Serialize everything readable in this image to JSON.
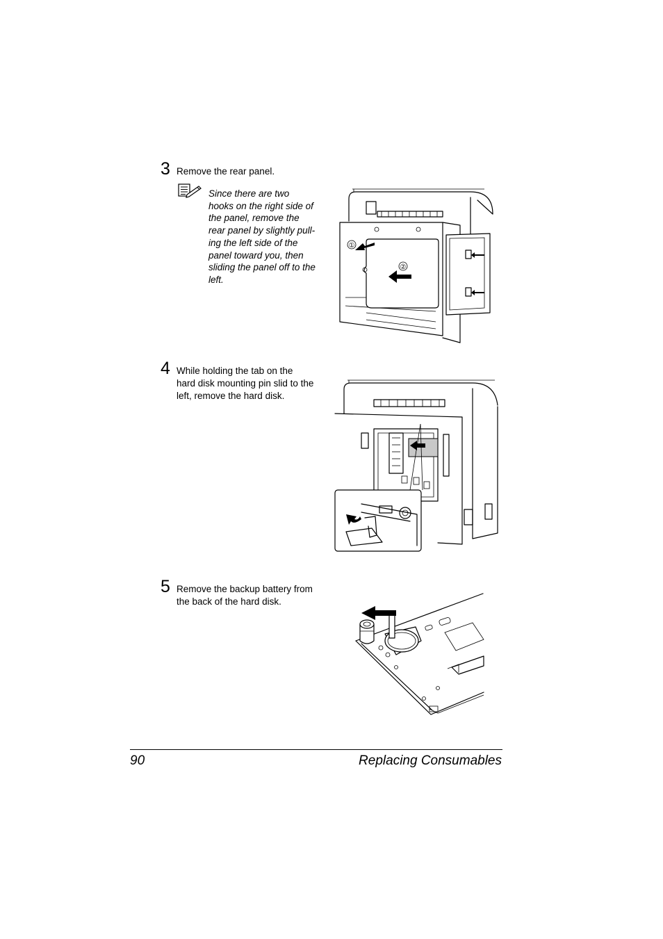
{
  "steps": [
    {
      "number": "3",
      "text": "Remove the rear panel."
    },
    {
      "number": "4",
      "text_lines": [
        "While holding the tab on the",
        "hard disk mounting pin slid to the",
        "left, remove the hard disk."
      ]
    },
    {
      "number": "5",
      "text_lines": [
        "Remove the backup battery from",
        "the back of the hard disk."
      ]
    }
  ],
  "note": {
    "icon": "note-pencil-icon",
    "lines": [
      "Since there are two",
      "hooks on the right side of",
      "the panel, remove the",
      "rear panel by slightly pull-",
      "ing the left side of the",
      "panel toward you, then",
      "sliding the panel off to the",
      "left."
    ]
  },
  "figure1_callouts": [
    "①",
    "②"
  ],
  "footer": {
    "page_number": "90",
    "section_title": "Replacing Consumables"
  }
}
